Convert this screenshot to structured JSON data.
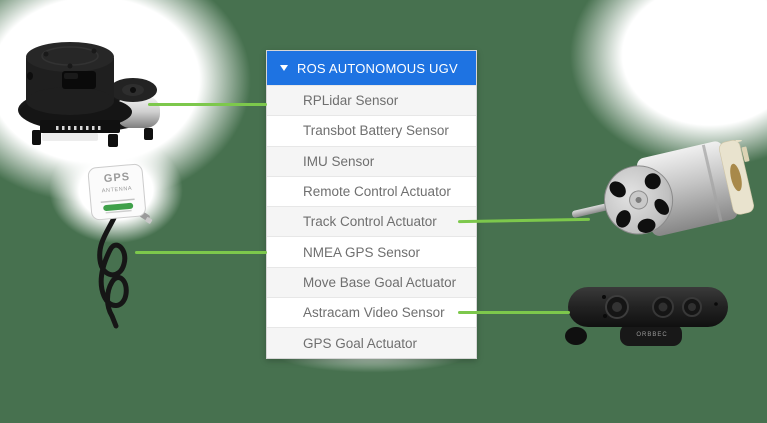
{
  "background": {
    "color": "#47714f"
  },
  "accent": {
    "connector_color": "#7dc84c",
    "header_color": "#1e73e2"
  },
  "panel": {
    "header": {
      "label": "ROS AUTONOMOUS UGV",
      "caret_icon": "caret-down"
    },
    "items": [
      "RPLidar Sensor",
      "Transbot Battery Sensor",
      "IMU Sensor",
      "Remote Control Actuator",
      "Track Control Actuator",
      "NMEA GPS Sensor",
      "Move Base Goal Actuator",
      "Astracam Video Sensor",
      "GPS Goal Actuator"
    ]
  },
  "devices": {
    "gps_antenna": {
      "label_top": "GPS",
      "label_bottom": "ANTENNA"
    },
    "camera": {
      "brand_label": "ORBBEC"
    }
  },
  "connections": [
    {
      "device": "rplidar-photo",
      "item": "RPLidar Sensor"
    },
    {
      "device": "gps-antenna-photo",
      "item": "NMEA GPS Sensor"
    },
    {
      "device": "dc-motor-photo",
      "item": "Track Control Actuator"
    },
    {
      "device": "astra-camera-photo",
      "item": "Astracam Video Sensor"
    }
  ]
}
